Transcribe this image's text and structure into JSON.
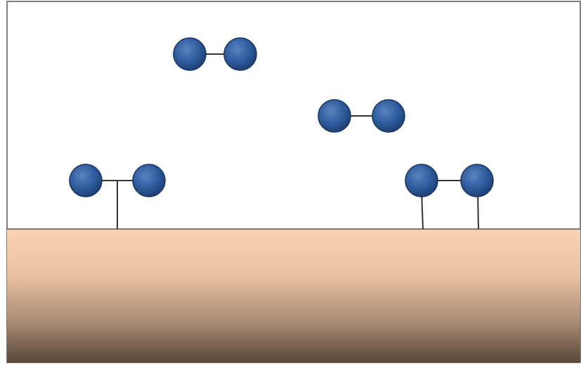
{
  "diagram": {
    "molecules": [
      {
        "id": "molecule-free-1",
        "atom": "blue-sphere",
        "state": "gas-phase"
      },
      {
        "id": "molecule-free-2",
        "atom": "blue-sphere",
        "state": "gas-phase"
      },
      {
        "id": "molecule-molecular-adsorbed",
        "atom": "blue-sphere",
        "state": "bound-one-atom"
      },
      {
        "id": "molecule-dissociative-adsorbed",
        "atom": "blue-sphere",
        "state": "bound-two-atoms"
      }
    ],
    "colors": {
      "atom_light": "#5b82c0",
      "atom_mid": "#2f5d9e",
      "atom_dark": "#1c3c6e",
      "atom_stroke": "#1a355f",
      "bond": "#333333",
      "surface_top": "#f9cfae",
      "surface_mid": "#dcb597",
      "surface_bottom": "#5a4838",
      "border": "#555555"
    }
  }
}
